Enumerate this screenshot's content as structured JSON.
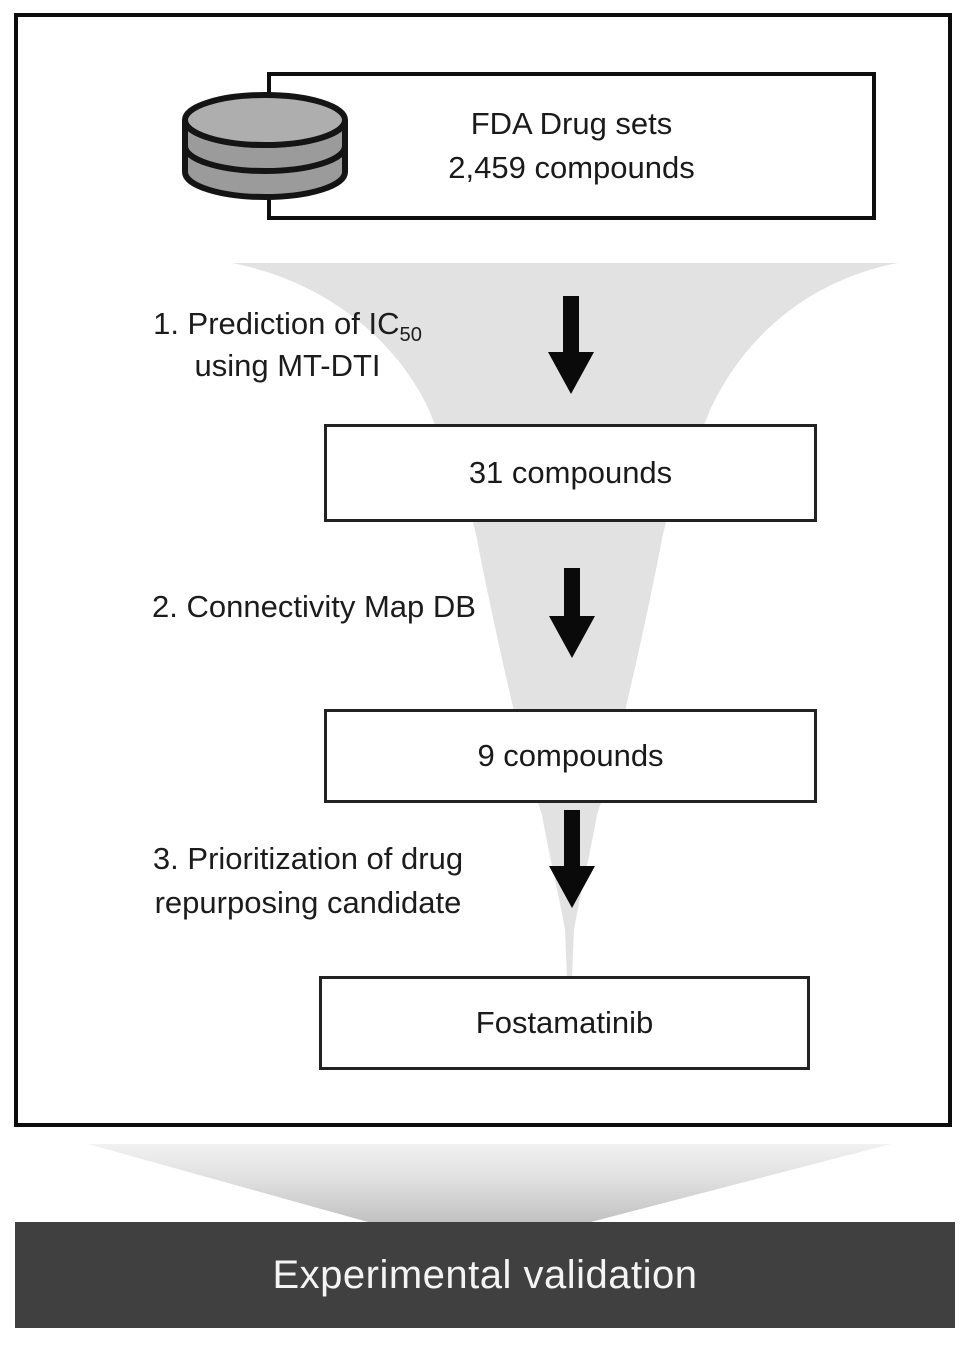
{
  "figure": {
    "title": "drug-repurposing-funnel",
    "source_box": {
      "line1": "FDA Drug sets",
      "line2": "2,459 compounds"
    },
    "steps": [
      {
        "label_line1": "1. Prediction of IC",
        "label_line1_sub": "50",
        "label_line2": "using MT-DTI",
        "result": "31 compounds"
      },
      {
        "label_line1": "2. Connectivity Map DB",
        "result": "9 compounds"
      },
      {
        "label_line1": "3. Prioritization of drug",
        "label_line2": "repurposing candidate",
        "result": "Fostamatinib"
      }
    ],
    "footer": {
      "label": "Experimental validation"
    },
    "icons": {
      "database": "stacked-cylinder-database-icon",
      "arrow": "down-arrow-icon"
    },
    "colors": {
      "funnel_gray": "#e2e2e2",
      "footer_bar": "#404040",
      "box_border": "#1a1a1a",
      "arrow_black": "#0a0a0a",
      "cylinder_body": "#9b9b9b",
      "cylinder_top": "#aeaeae"
    }
  }
}
